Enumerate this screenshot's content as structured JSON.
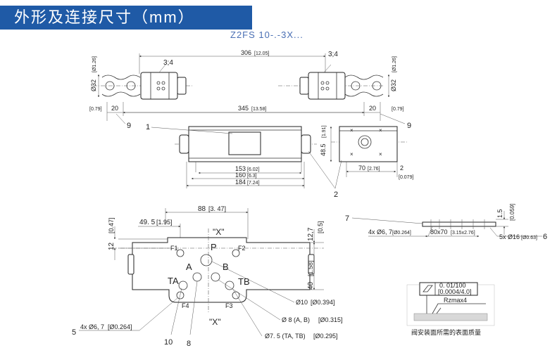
{
  "header": {
    "title": "外形及连接尺寸（mm）",
    "model": "Z2FS 10-.-3X..."
  },
  "top_view": {
    "d306": "306",
    "d306_in": "[12.05]",
    "d345": "345",
    "d345_in": "[13.58]",
    "c34": "3;4",
    "d20": "20",
    "d079": "[0.79]",
    "d32": "Ø32",
    "d126": "[Ø1.26]",
    "c9": "9",
    "c1": "1",
    "c2": "2",
    "d153": "153",
    "d153_in": "[6.02]",
    "d160": "160",
    "d160_in": "[6.3]",
    "d184": "184",
    "d184_in": "[7.24]",
    "d485": "48.5",
    "d485_in": "[1.91]",
    "d70": "70",
    "d70_in": "[2.76]",
    "d2": "2",
    "d2_in": "[0.079]"
  },
  "interface": {
    "d88": "88",
    "d88_in": "[3. 47]",
    "d495": "49. 5",
    "d495_in": "[1.95]",
    "d047": "[0.47]",
    "d12": "12",
    "d127": "12,7",
    "d05": "[0.5]",
    "d40": "40",
    "d158": "[1.58]",
    "x_top": "\"X\"",
    "x_bot": "\"X\"",
    "f1": "F1",
    "f2": "F2",
    "f3": "F3",
    "f4": "F4",
    "pp": "P",
    "pa": "A",
    "pb": "B",
    "pta": "TA",
    "ptb": "TB",
    "c5": "5",
    "c10": "10",
    "c8": "8",
    "holes": "4x Ø6, 7",
    "holes_in": "[Ø0.264]",
    "n10": "Ø10",
    "n10_in": "[Ø0.394]",
    "n8": "Ø 8 (A, B)",
    "n8_in": "[Ø0.315]",
    "n75": "Ø7. 5 (TA, TB)",
    "n75_in": "[Ø0.295]"
  },
  "seal": {
    "c7": "7",
    "c6": "6",
    "d15": "1.5",
    "d15_in": "[0.059]",
    "holes": "4x Ø6, 7",
    "holes_in": "[Ø0.264]",
    "d80": "80x70",
    "d80_in": "[3.15x2.76]",
    "d16": "5x Ø16",
    "d16_in": "[Ø0.63]"
  },
  "surface": {
    "flat": "0. 01/100",
    "flat_in": "[0.0004/4.0]",
    "rz": "Rzmax4",
    "caption": "阀安装面所需的表面质量"
  }
}
